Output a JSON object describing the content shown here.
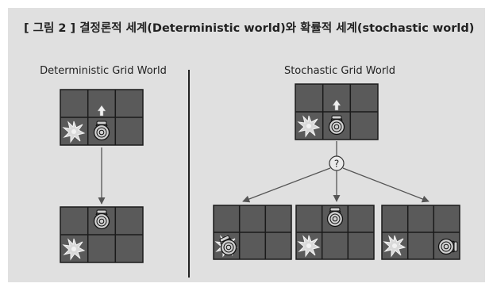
{
  "figure": {
    "title": "[ 그림 2 ] 결정론적 세계(Deterministic world)와 확률적 세계(stochastic world)"
  },
  "panels": {
    "deterministic": {
      "label": "Deterministic Grid World"
    },
    "stochastic": {
      "label": "Stochastic Grid World",
      "chance_symbol": "?"
    }
  },
  "colors": {
    "background": "#e0e0e0",
    "grid_cell": "#5a5a5a",
    "grid_border": "#1a1a1a",
    "arrow": "#555555",
    "divider": "#222222"
  },
  "icons": [
    "robot-icon",
    "star-explosion-icon",
    "up-arrow-icon",
    "question-node-icon"
  ]
}
